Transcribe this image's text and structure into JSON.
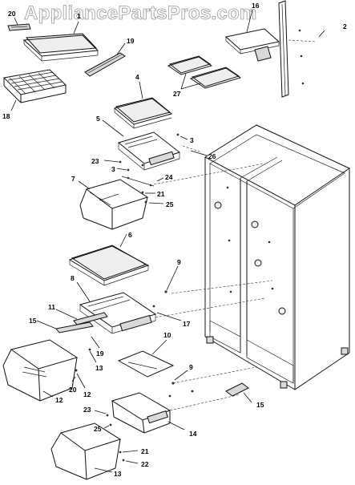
{
  "watermark": "AppliancePartsPros.com",
  "callouts": {
    "c1": "1",
    "c2": "2",
    "c3a": "3",
    "c3b": "3",
    "c4": "4",
    "c5": "5",
    "c6": "6",
    "c7": "7",
    "c8": "8",
    "c9a": "9",
    "c9b": "9",
    "c10": "10",
    "c11": "11",
    "c12a": "12",
    "c12b": "12",
    "c13a": "13",
    "c13b": "13",
    "c14": "14",
    "c15a": "15",
    "c15b": "15",
    "c16": "16",
    "c17": "17",
    "c18": "18",
    "c19a": "19",
    "c19b": "19",
    "c20a": "20",
    "c20b": "20",
    "c21a": "21",
    "c21b": "21",
    "c22": "22",
    "c23a": "23",
    "c23b": "23",
    "c24": "24",
    "c25a": "25",
    "c25b": "25",
    "c26": "26",
    "c27": "27"
  }
}
